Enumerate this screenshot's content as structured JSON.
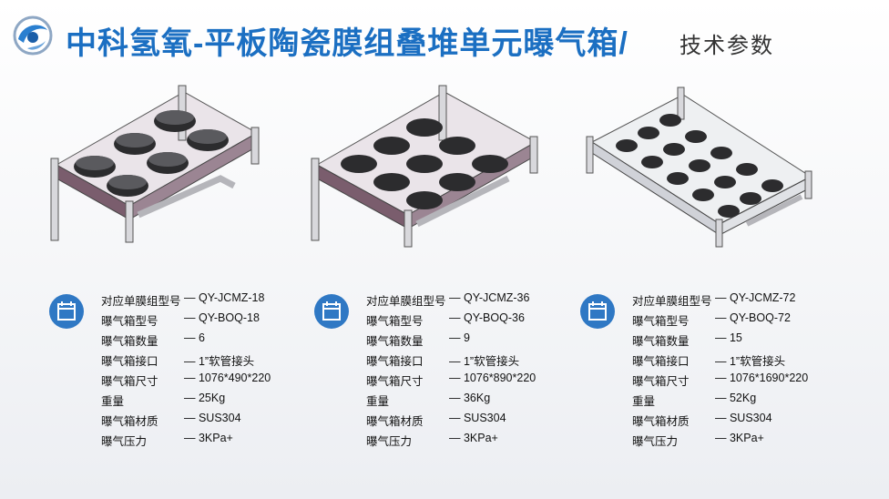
{
  "header": {
    "title": "中科氢氧-平板陶瓷膜组叠堆单元曝气箱/",
    "subtitle": "技术参数"
  },
  "products": [
    {
      "specs": [
        {
          "label": "对应单膜组型号",
          "value": "— QY-JCMZ-18"
        },
        {
          "label": "曝气箱型号",
          "value": "— QY-BOQ-18"
        },
        {
          "label": "曝气箱数量",
          "value": "— 6"
        },
        {
          "label": "曝气箱接口",
          "value": "— 1”软管接头"
        },
        {
          "label": "曝气箱尺寸",
          "value": "— 1076*490*220"
        },
        {
          "label": "重量",
          "value": "— 25Kg"
        },
        {
          "label": "曝气箱材质",
          "value": "— SUS304"
        },
        {
          "label": "曝气压力",
          "value": "— 3KPa+"
        }
      ]
    },
    {
      "specs": [
        {
          "label": "对应单膜组型号",
          "value": "— QY-JCMZ-36"
        },
        {
          "label": "曝气箱型号",
          "value": "— QY-BOQ-36"
        },
        {
          "label": "曝气箱数量",
          "value": "— 9"
        },
        {
          "label": "曝气箱接口",
          "value": "— 1”软管接头"
        },
        {
          "label": "曝气箱尺寸",
          "value": "— 1076*890*220"
        },
        {
          "label": "重量",
          "value": "— 36Kg"
        },
        {
          "label": "曝气箱材质",
          "value": "— SUS304"
        },
        {
          "label": "曝气压力",
          "value": "— 3KPa+"
        }
      ]
    },
    {
      "specs": [
        {
          "label": "对应单膜组型号",
          "value": "— QY-JCMZ-72"
        },
        {
          "label": "曝气箱型号",
          "value": "— QY-BOQ-72"
        },
        {
          "label": "曝气箱数量",
          "value": "— 15"
        },
        {
          "label": "曝气箱接口",
          "value": "— 1”软管接头"
        },
        {
          "label": "曝气箱尺寸",
          "value": "— 1076*1690*220"
        },
        {
          "label": "重量",
          "value": "— 52Kg"
        },
        {
          "label": "曝气箱材质",
          "value": "— SUS304"
        },
        {
          "label": "曝气压力",
          "value": "— 3KPa+"
        }
      ]
    }
  ],
  "colors": {
    "title": "#1b6fc2",
    "icon_bg": "#2f78c4",
    "frame": "#7a5d6d"
  }
}
